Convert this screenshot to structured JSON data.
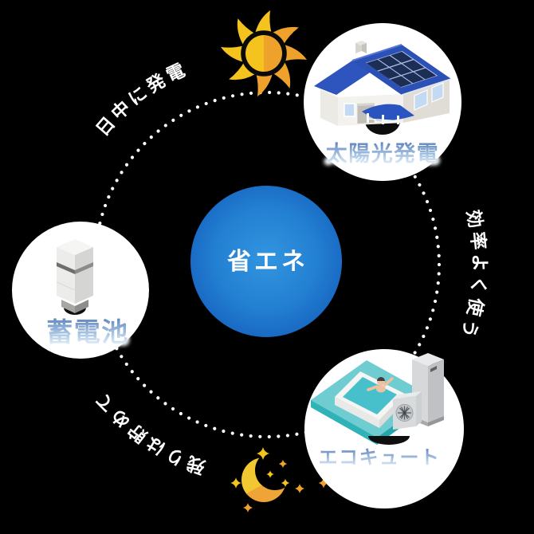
{
  "diagram_title": "energy-saving-cycle",
  "center_node": {
    "label": "省エネ"
  },
  "nodes": [
    {
      "id": "solar",
      "label": "太陽光発電",
      "icon": "solar-house-icon"
    },
    {
      "id": "battery",
      "label": "蓄電池",
      "icon": "battery-unit-icon"
    },
    {
      "id": "ecocute",
      "label": "エコキュート",
      "icon": "ecocute-bath-icon"
    }
  ],
  "cycle": {
    "arc_labels": [
      {
        "id": "daytime-generation",
        "text": "日中に発電"
      },
      {
        "id": "efficient-use",
        "text": "効率よく使う"
      },
      {
        "id": "store-remainder",
        "text": "残りは貯めて"
      }
    ]
  },
  "decorations": [
    {
      "id": "day",
      "icon": "sun-icon"
    },
    {
      "id": "night",
      "icon": "moon-icon"
    }
  ],
  "colors": {
    "background": "#000000",
    "dotted_line": "#ffffff",
    "arc_text": "#ffffff",
    "node_circle": "#ffffff",
    "center_circle_inner": "#3295e0",
    "center_circle_mid": "#2380d2",
    "center_circle_outer": "#1560bd",
    "center_text": "#ffffff",
    "label_gradient_top": "#5b82be",
    "label_gradient_mid": "#a8c4e2",
    "label_gradient_bottom": "#eef6fd",
    "sun_yellow": "#f4c31d",
    "sun_orange": "#efa22b",
    "moon_yellow": "#f1c832",
    "moon_orange": "#efa437",
    "roof_blue": "#2b50b6",
    "solar_panel_navy": "#1d2e55",
    "bath_teal": "#56c5c8"
  }
}
